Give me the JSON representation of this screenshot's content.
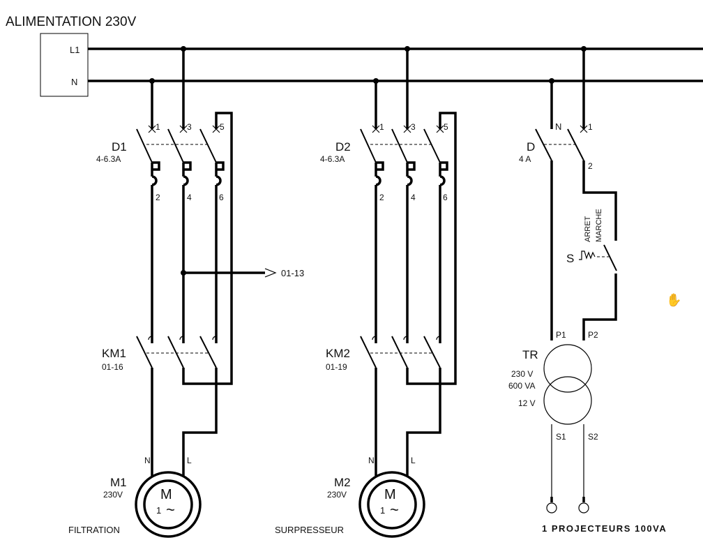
{
  "title": "ALIMENTATION 230V",
  "supply": {
    "l1": "L1",
    "n": "N"
  },
  "circuits": [
    {
      "breaker": {
        "name": "D1",
        "rating": "4-6.3A",
        "in": [
          "1",
          "3",
          "5"
        ],
        "out": [
          "2",
          "4",
          "6"
        ]
      },
      "contactor": {
        "name": "KM1",
        "ref": "01-16"
      },
      "motor": {
        "name": "M1",
        "voltage": "230V",
        "symbol": "M",
        "phase": "1",
        "label": "FILTRATION",
        "n": "N",
        "l": "L"
      },
      "arrow_ref": "01-13"
    },
    {
      "breaker": {
        "name": "D2",
        "rating": "4-6.3A",
        "in": [
          "1",
          "3",
          "5"
        ],
        "out": [
          "2",
          "4",
          "6"
        ]
      },
      "contactor": {
        "name": "KM2",
        "ref": "01-19"
      },
      "motor": {
        "name": "M2",
        "voltage": "230V",
        "symbol": "M",
        "phase": "1",
        "label": "SURPRESSEUR",
        "n": "N",
        "l": "L"
      }
    }
  ],
  "lighting": {
    "breaker": {
      "name": "D",
      "rating": "4 A",
      "in_n": "N",
      "in_1": "1",
      "out": "2"
    },
    "switch": {
      "name": "S",
      "pos1": "ARRET",
      "pos2": "MARCHE"
    },
    "transformer": {
      "name": "TR",
      "primary": "230 V",
      "power": "600 VA",
      "secondary": "12 V",
      "p1": "P1",
      "p2": "P2",
      "s1": "S1",
      "s2": "S2"
    },
    "load": "1 PROJECTEURS 100VA"
  },
  "wave": "~"
}
